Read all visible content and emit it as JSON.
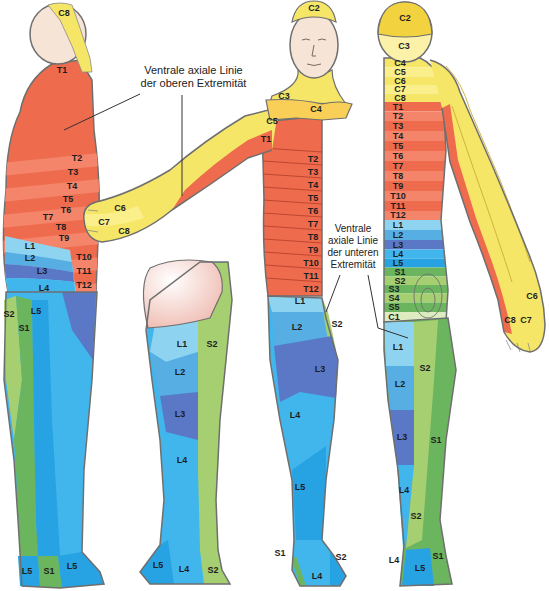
{
  "diagram": {
    "labels": [
      "C8",
      "T1",
      "T2",
      "T3",
      "T4",
      "T5",
      "T6",
      "T7",
      "T8",
      "T9",
      "L1",
      "L2",
      "T10",
      "L3",
      "T11",
      "L4",
      "T12",
      "L5",
      "S2",
      "S1",
      "L5",
      "S1",
      "L5",
      "Ventrale axiale Linie der oberen Extremität",
      "C2",
      "C3",
      "C4",
      "C5",
      "T1",
      "C6",
      "C7",
      "C8",
      "T2",
      "T3",
      "T4",
      "T5",
      "T6",
      "T7",
      "T8",
      "T9",
      "T10",
      "T11",
      "T12",
      "Ventrale axiale Linie der unteren Extremität",
      "L1",
      "L2",
      "S2",
      "L3",
      "L4",
      "L5",
      "S1",
      "S2",
      "L4",
      "L1",
      "S2",
      "L2",
      "L3",
      "L4",
      "L5",
      "L4",
      "S2",
      "C2",
      "C3",
      "C4",
      "C5",
      "C6",
      "C7",
      "C8",
      "T1",
      "T2",
      "T3",
      "T4",
      "T5",
      "T6",
      "T7",
      "T8",
      "T9",
      "T10",
      "T11",
      "T12",
      "L1",
      "L2",
      "L3",
      "L4",
      "L5",
      "S1",
      "S2",
      "S3",
      "S4",
      "S5",
      "C1",
      "L1",
      "S2",
      "L2",
      "L3",
      "S1",
      "L4",
      "S2",
      "L4",
      "L5",
      "S1",
      "C6",
      "C7",
      "C8"
    ]
  }
}
